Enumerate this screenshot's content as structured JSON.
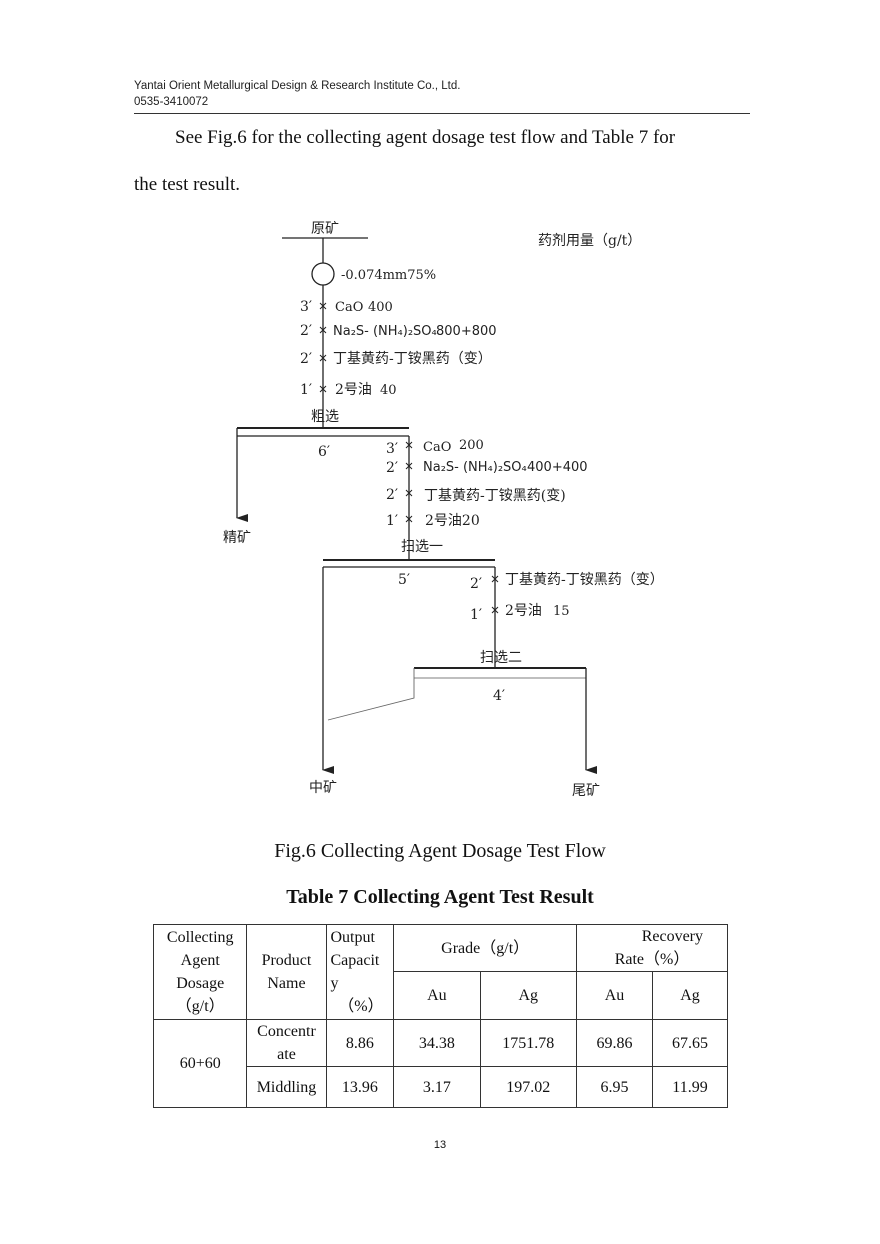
{
  "header": {
    "company": "Yantai Orient Metallurgical Design & Research Institute Co., Ltd.",
    "phone": "0535-3410072"
  },
  "intro": {
    "line1": "See Fig.6 for the collecting agent dosage test flow and Table 7 for",
    "line2": "the test result."
  },
  "flowchart": {
    "raw_ore": "原矿",
    "dosage_unit": "药剂用量（g/t）",
    "grind": "-0.074mm75%",
    "rough": {
      "label": "粗选",
      "time": "6′",
      "reagents": [
        {
          "time": "3′",
          "name": "CaO",
          "dose": "400"
        },
        {
          "time": "2′",
          "name": "Na₂S- (NH₄)₂SO₄",
          "dose": "800+800"
        },
        {
          "time": "2′",
          "name": "丁基黄药-丁铵黑药（变）",
          "dose": ""
        },
        {
          "time": "1′",
          "name": "2号油",
          "dose": "40"
        }
      ]
    },
    "scav1": {
      "label": "扫选一",
      "time": "5′",
      "reagents": [
        {
          "time": "3′",
          "name": "CaO",
          "dose": "200"
        },
        {
          "time": "2′",
          "name": "Na₂S- (NH₄)₂SO₄",
          "dose": "400+400"
        },
        {
          "time": "2′",
          "name": "丁基黄药-丁铵黑药(变)",
          "dose": ""
        },
        {
          "time": "1′",
          "name": "2号油20",
          "dose": ""
        }
      ]
    },
    "scav2": {
      "label": "扫选二",
      "time": "4′",
      "reagents": [
        {
          "time": "2′",
          "name": "丁基黄药-丁铵黑药（变）",
          "dose": ""
        },
        {
          "time": "1′",
          "name": "2号油",
          "dose": "15"
        }
      ]
    },
    "outputs": {
      "concentrate": "精矿",
      "middling": "中矿",
      "tailing": "尾矿"
    }
  },
  "figure_caption": "Fig.6 Collecting Agent Dosage Test Flow",
  "table": {
    "title": "Table 7 Collecting Agent Test Result",
    "headers": {
      "dosage": [
        "Collecting",
        "Agent",
        "Dosage",
        "（g/t）"
      ],
      "product": [
        "Product",
        "Name"
      ],
      "output": [
        "Output",
        "Capacit",
        "y",
        "（%）"
      ],
      "grade": "Grade（g/t）",
      "recovery": [
        "Recovery",
        "Rate（%）"
      ],
      "au": "Au",
      "ag": "Ag",
      "rec_au": "Au",
      "rec_ag": "Ag"
    },
    "dosage_value": "60+60",
    "rows": [
      {
        "product": [
          "Concentr",
          "ate"
        ],
        "output": "8.86",
        "grade_au": "34.38",
        "grade_ag": "1751.78",
        "rec_au": "69.86",
        "rec_ag": "67.65"
      },
      {
        "product": [
          "Middling"
        ],
        "output": "13.96",
        "grade_au": "3.17",
        "grade_ag": "197.02",
        "rec_au": "6.95",
        "rec_ag": "11.99"
      }
    ]
  },
  "page_number": "13"
}
